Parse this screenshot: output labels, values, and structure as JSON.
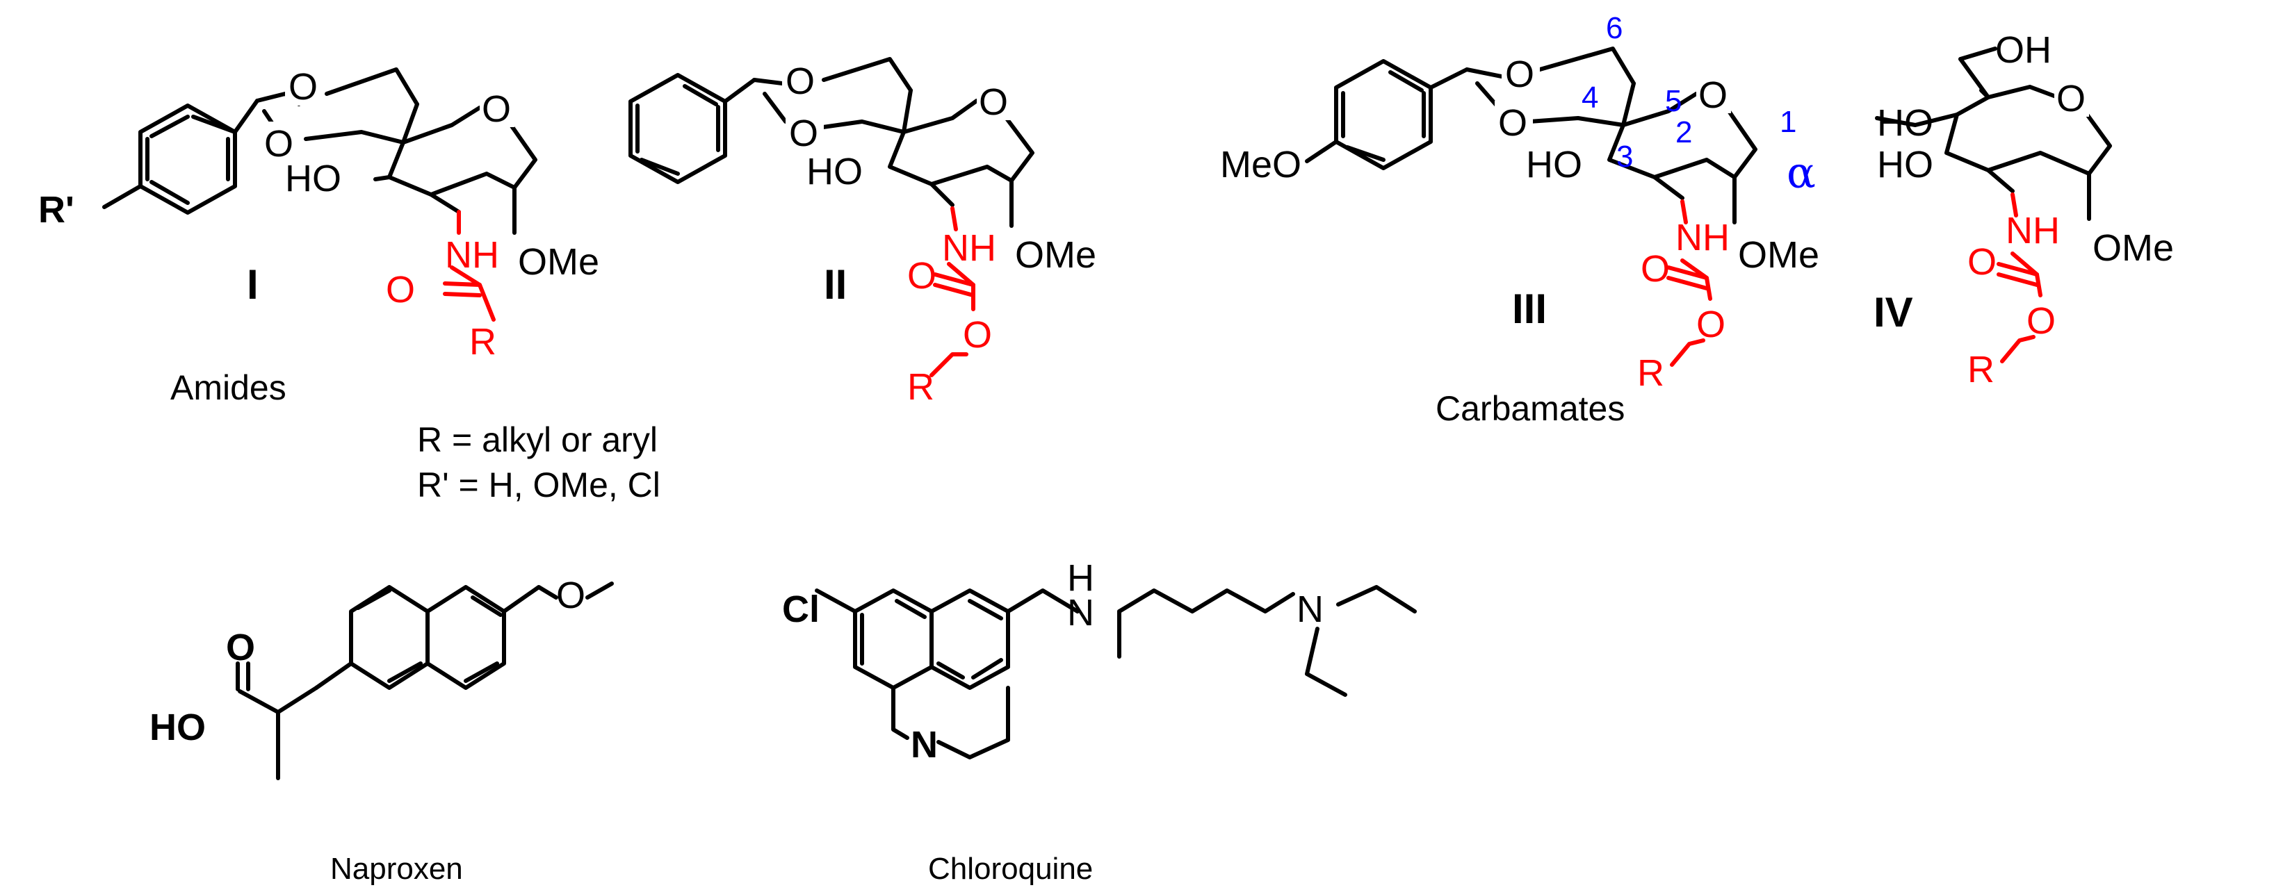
{
  "compounds": {
    "I": {
      "id": "I",
      "r_prime": "R'",
      "ring_o1": "O",
      "ring_o2": "O",
      "ring_o3": "O",
      "ho": "HO",
      "nh": "NH",
      "o_carbonyl": "O",
      "r": "R",
      "ome": "OMe"
    },
    "II": {
      "id": "II",
      "ring_o1": "O",
      "ring_o2": "O",
      "ring_o3": "O",
      "ho": "HO",
      "nh": "NH",
      "o_carbonyl": "O",
      "o_ester": "O",
      "r": "R",
      "ome": "OMe"
    },
    "III": {
      "id": "III",
      "meo": "MeO",
      "ring_o1": "O",
      "ring_o2": "O",
      "ring_o3": "O",
      "ho": "HO",
      "nh": "NH",
      "o_carbonyl": "O",
      "o_ester": "O",
      "r": "R",
      "ome": "OMe",
      "numbering": {
        "c1": "1",
        "c2": "2",
        "c3": "3",
        "c4": "4",
        "c5": "5",
        "c6": "6",
        "anomer": "α"
      }
    },
    "IV": {
      "id": "IV",
      "oh": "OH",
      "ho1": "HO",
      "ho2": "HO",
      "ring_o": "O",
      "nh": "NH",
      "o_carbonyl": "O",
      "o_ester": "O",
      "r": "R",
      "ome": "OMe"
    }
  },
  "captions": {
    "amides": "Amides",
    "carbamates": "Carbamates",
    "r_def": "R = alkyl or aryl",
    "r_prime_def": "R' = H, OMe, Cl"
  },
  "drugs": {
    "naproxen": {
      "name": "Naproxen",
      "o_top": "O",
      "ho": "HO",
      "o_ether": "O"
    },
    "chloroquine": {
      "name": "Chloroquine",
      "cl": "Cl",
      "n_ring": "N",
      "nh": "H",
      "n_link": "N",
      "n_amine": "N"
    }
  },
  "colors": {
    "carbamate_group": "#ff0000",
    "numbering": "#0000ff",
    "skeleton": "#000000"
  }
}
